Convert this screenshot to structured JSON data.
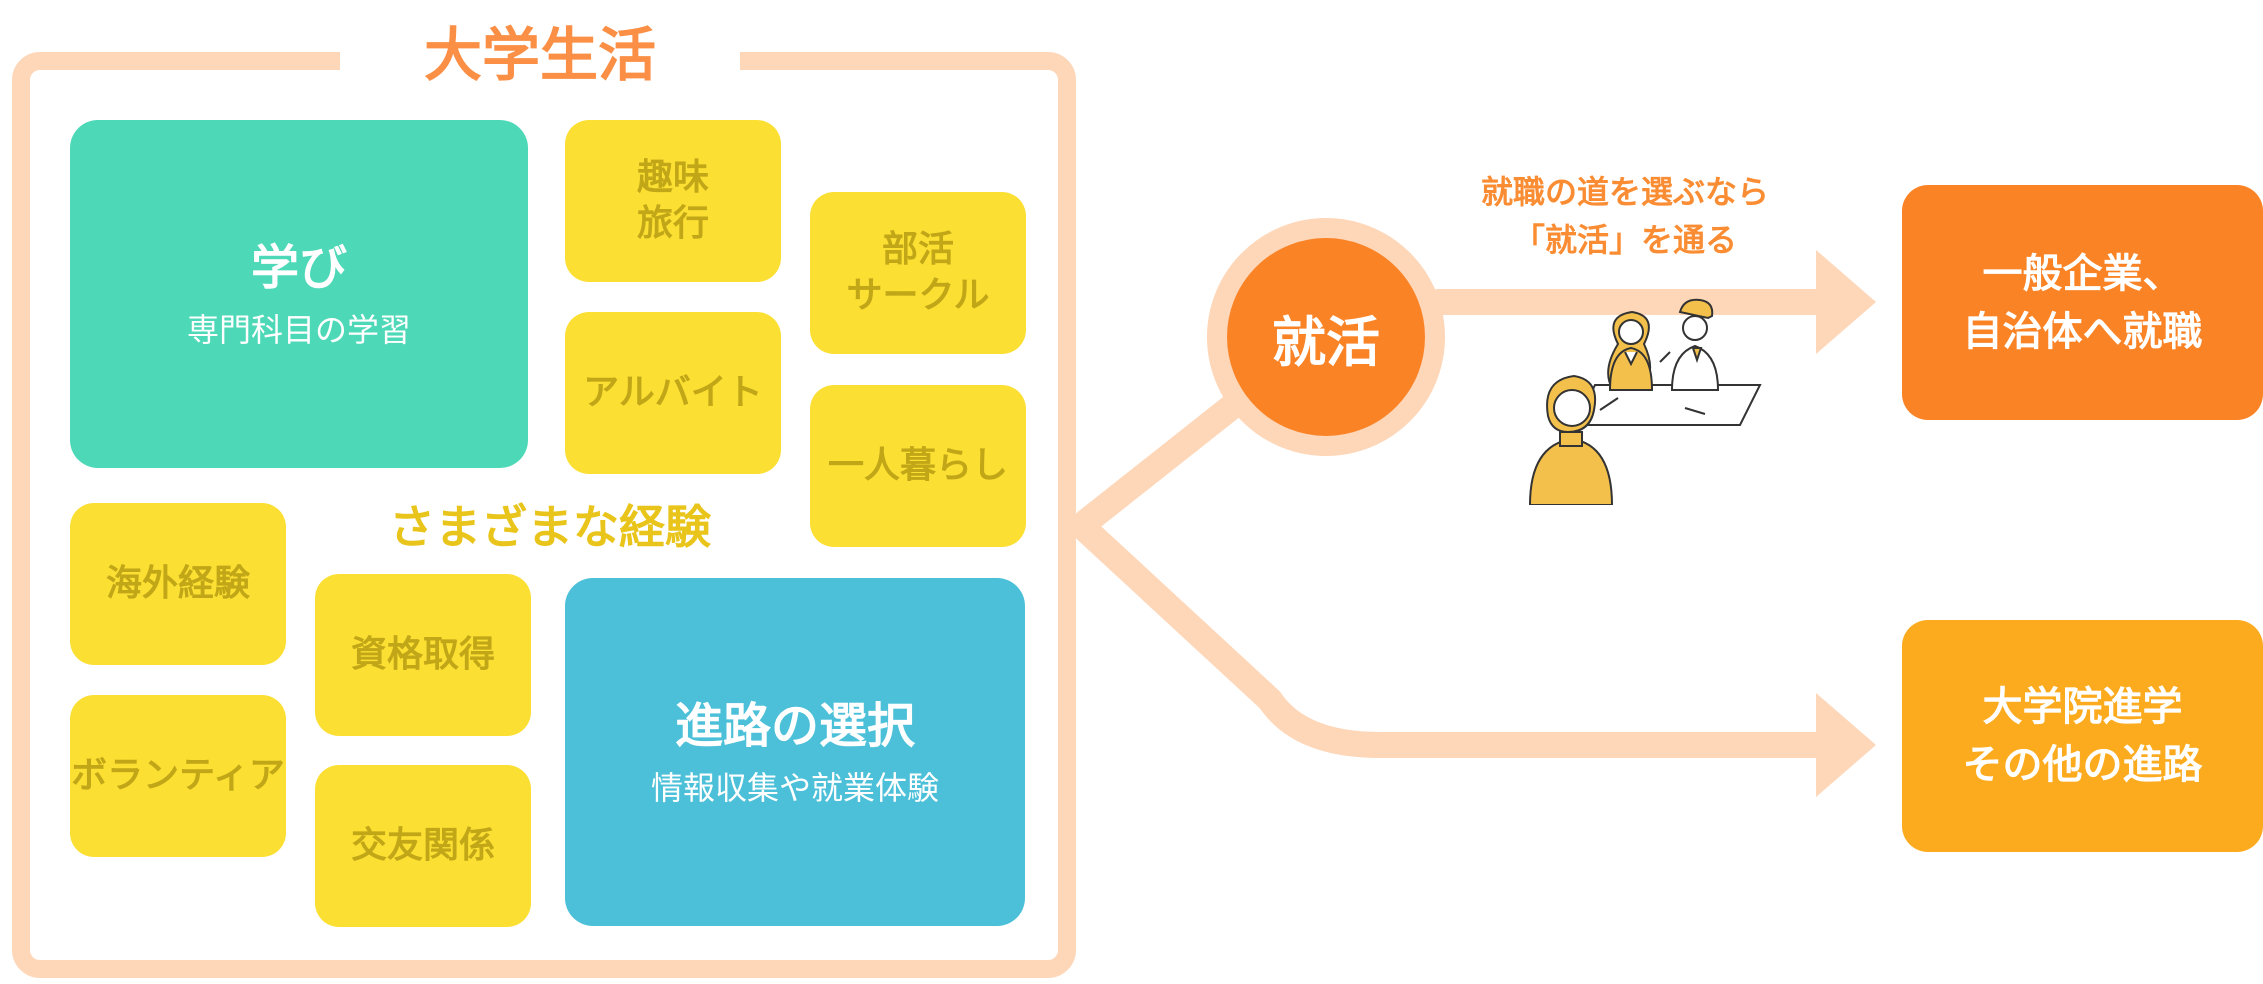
{
  "colors": {
    "frame": "#fed6b8",
    "frame_title": "#fa8f45",
    "yellow_box": "#fcdf33",
    "yellow_text": "#c1a617",
    "green_box": "#4dd8b7",
    "blue_box": "#4cc0d8",
    "orange": "#fa8326",
    "amber": "#fcab1f",
    "arrow": "#fed6b8"
  },
  "frame_title": "大学生活",
  "manabi": {
    "title": "学び",
    "subtitle": "専門科目の学習"
  },
  "hobby": "趣味\n旅行",
  "club": "部活\nサークル",
  "parttime": "アルバイト",
  "living_alone": "一人暮らし",
  "experiences_label": "さまざまな経験",
  "overseas": "海外経験",
  "qualification": "資格取得",
  "volunteer": "ボランティア",
  "friendship": "交友関係",
  "career": {
    "title": "進路の選択",
    "subtitle": "情報収集や就業体験"
  },
  "shukatsu": "就活",
  "shukatsu_caption": "就職の道を選ぶなら\n「就活」を通る",
  "destinations": {
    "employment": "一般企業、\n自治体へ就職",
    "graduate": "大学院進学\nその他の進路"
  },
  "illustration_icon": "job-interview-illustration"
}
